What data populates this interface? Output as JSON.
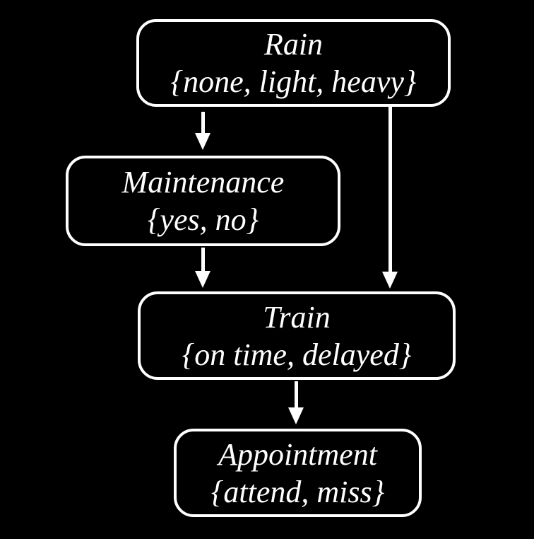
{
  "diagram": {
    "type": "bayesian-network",
    "background_color": "#000000",
    "node_border_color": "#ffffff",
    "text_color": "#ffffff",
    "nodes": [
      {
        "id": "rain",
        "title": "Rain",
        "values": "{none, light, heavy}"
      },
      {
        "id": "maintenance",
        "title": "Maintenance",
        "values": "{yes, no}"
      },
      {
        "id": "train",
        "title": "Train",
        "values": "{on time, delayed}"
      },
      {
        "id": "appointment",
        "title": "Appointment",
        "values": "{attend, miss}"
      }
    ],
    "edges": [
      {
        "from": "rain",
        "to": "maintenance"
      },
      {
        "from": "rain",
        "to": "train"
      },
      {
        "from": "maintenance",
        "to": "train"
      },
      {
        "from": "train",
        "to": "appointment"
      }
    ]
  }
}
